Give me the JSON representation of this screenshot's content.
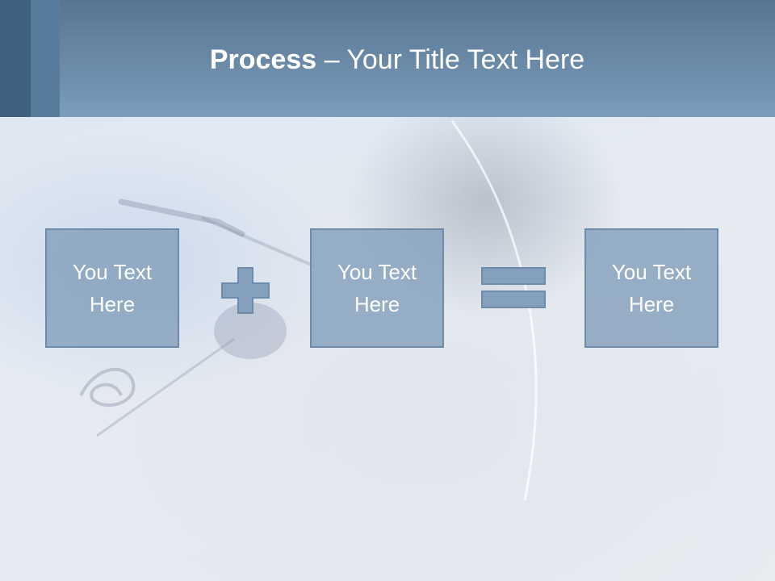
{
  "header": {
    "title_bold": "Process",
    "title_rest": " – Your Title Text Here"
  },
  "process": {
    "box1": "You Text Here",
    "operator1": "plus-icon",
    "box2": "You Text Here",
    "operator2": "equals-icon",
    "box3": "You Text Here"
  },
  "colors": {
    "header": "#6a8aa8",
    "box_fill": "#84a0bc",
    "box_border": "#6d8cab",
    "text": "#ffffff"
  }
}
